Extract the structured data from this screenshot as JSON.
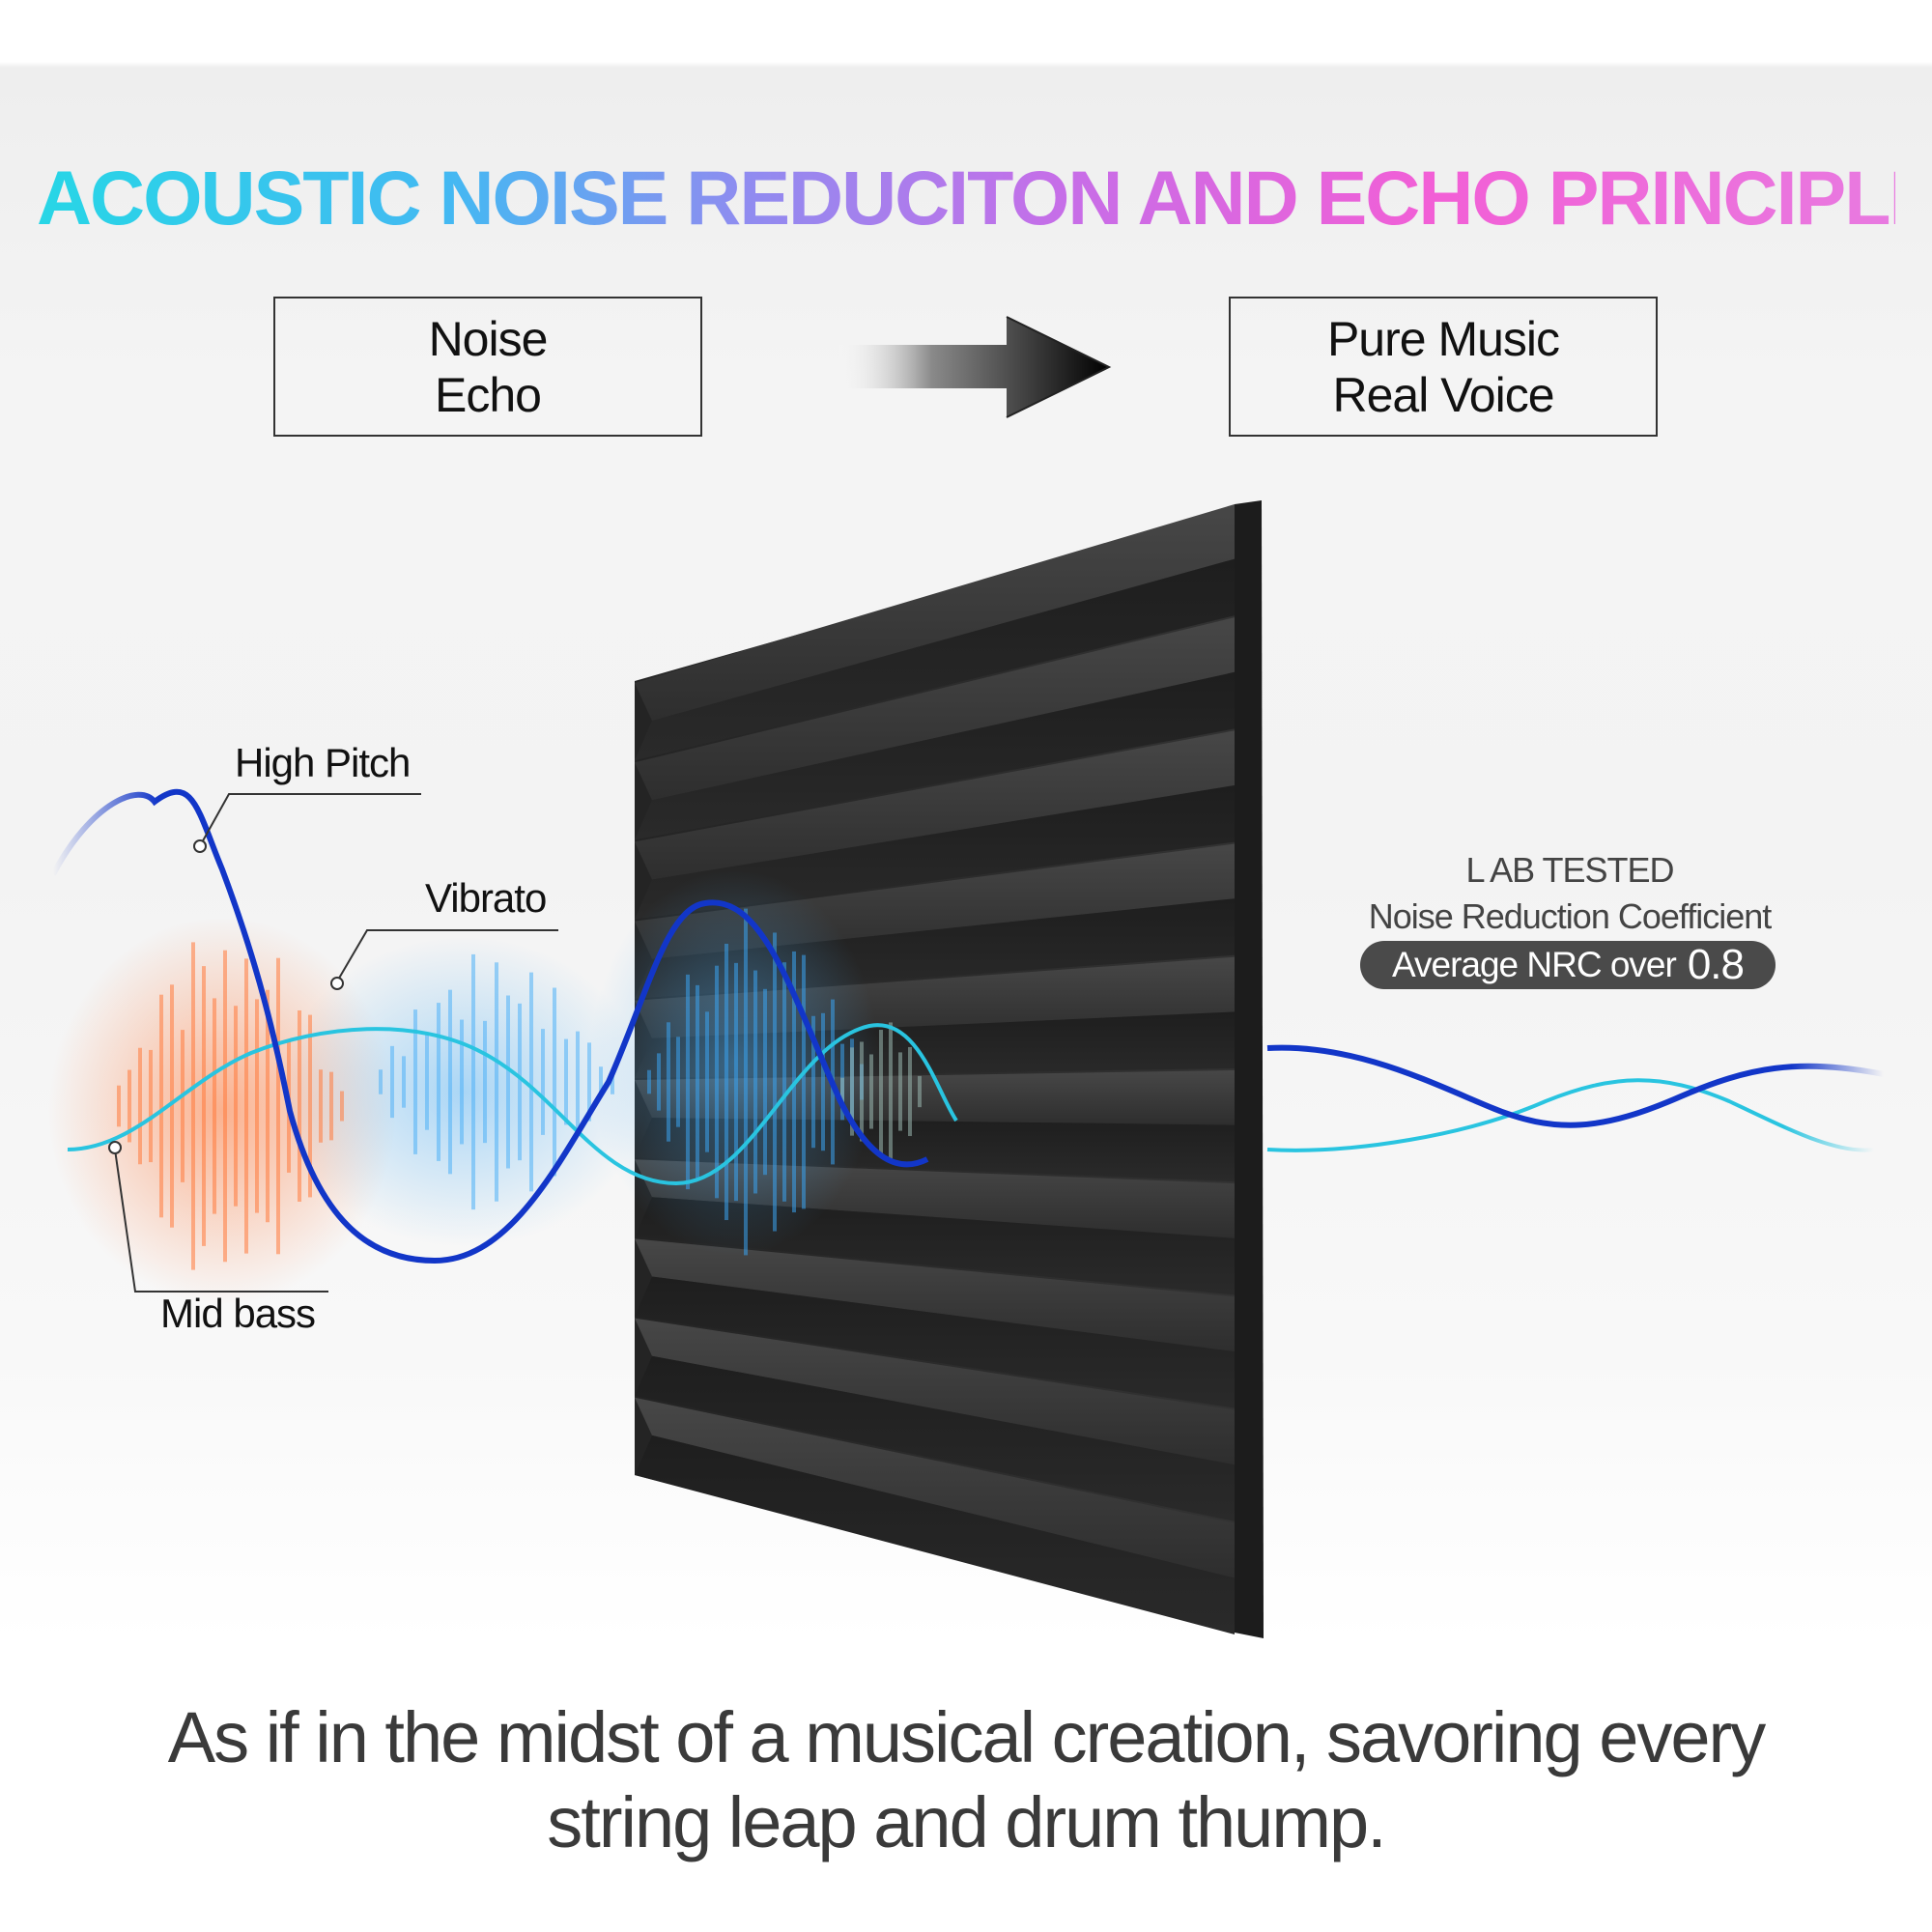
{
  "title": "ACOUSTIC NOISE REDUCITON AND ECHO PRINCIPLE",
  "before_box": {
    "line1": "Noise",
    "line2": "Echo"
  },
  "after_box": {
    "line1": "Pure Music",
    "line2": "Real Voice"
  },
  "wave_labels": {
    "high_pitch": "High Pitch",
    "vibrato": "Vibrato",
    "mid_bass": "Mid bass"
  },
  "lab": {
    "tested": "L AB TESTED",
    "coefficient": "Noise Reduction Coefficient",
    "average_label": "Average NRC over",
    "average_value": "0.8"
  },
  "tagline": {
    "line1": "As if in the midst of a musical creation, savoring every",
    "line2": "string leap and drum thump."
  },
  "colors": {
    "wave_blue": "#1236c8",
    "wave_cyan": "#29c4e0",
    "foam": "#2b2b2b",
    "noise_orange": "#ff7a3c",
    "noise_blue": "#4fb0f5"
  },
  "icons": [
    "arrow-right-icon",
    "acoustic-foam-panel",
    "sound-wave"
  ]
}
